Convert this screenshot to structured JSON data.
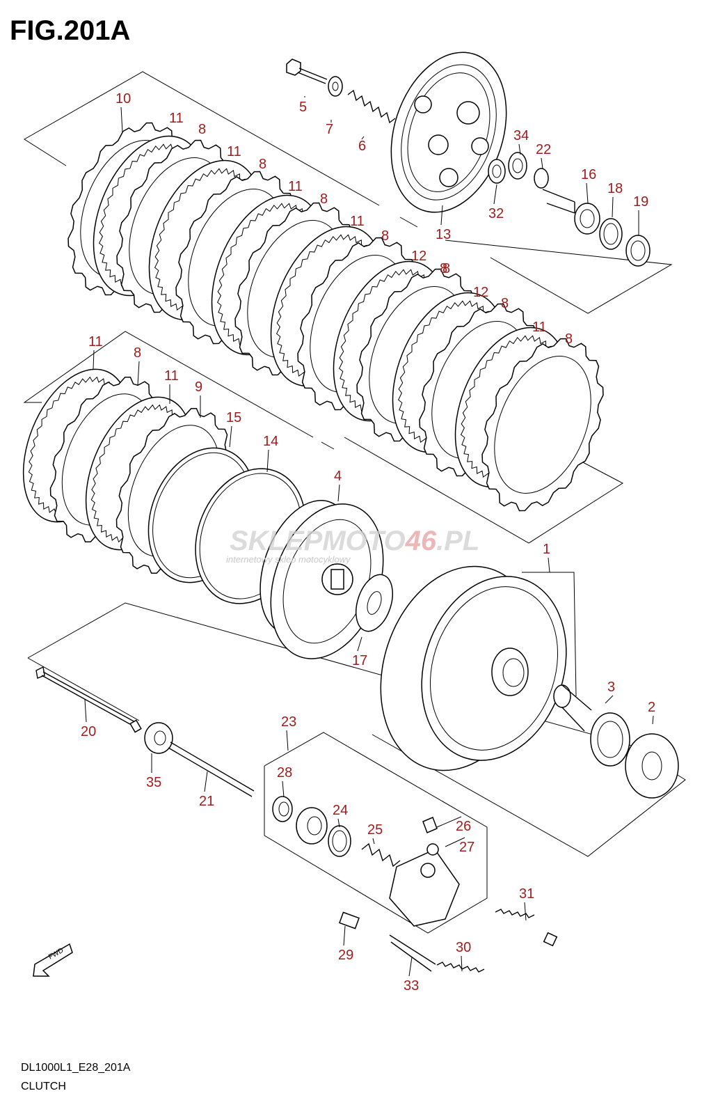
{
  "figure": {
    "title": "FIG.201A",
    "code": "DL1000L1_E28_201A",
    "name": "CLUTCH"
  },
  "watermark": {
    "brand_a": "SKLEP",
    "brand_b": "MOTO",
    "brand_c": "46",
    "brand_d": ".PL",
    "tagline": "internetowy sklep motocyklowy"
  },
  "fwd_label": "FWD",
  "callouts": [
    {
      "id": "c1",
      "label": "1"
    },
    {
      "id": "c2",
      "label": "2"
    },
    {
      "id": "c3",
      "label": "3"
    },
    {
      "id": "c4",
      "label": "4"
    },
    {
      "id": "c5",
      "label": "5"
    },
    {
      "id": "c6",
      "label": "6"
    },
    {
      "id": "c7",
      "label": "7"
    },
    {
      "id": "c8a",
      "label": "8"
    },
    {
      "id": "c8b",
      "label": "8"
    },
    {
      "id": "c8c",
      "label": "8"
    },
    {
      "id": "c8d",
      "label": "8"
    },
    {
      "id": "c8e",
      "label": "8"
    },
    {
      "id": "c8f",
      "label": "8"
    },
    {
      "id": "c8g",
      "label": "8"
    },
    {
      "id": "c8h",
      "label": "8"
    },
    {
      "id": "c8i",
      "label": "8"
    },
    {
      "id": "c9",
      "label": "9"
    },
    {
      "id": "c10",
      "label": "10"
    },
    {
      "id": "c11a",
      "label": "11"
    },
    {
      "id": "c11b",
      "label": "11"
    },
    {
      "id": "c11c",
      "label": "11"
    },
    {
      "id": "c11d",
      "label": "11"
    },
    {
      "id": "c11e",
      "label": "11"
    },
    {
      "id": "c11f",
      "label": "11"
    },
    {
      "id": "c11g",
      "label": "11"
    },
    {
      "id": "c12a",
      "label": "12"
    },
    {
      "id": "c12b",
      "label": "12"
    },
    {
      "id": "c13",
      "label": "13"
    },
    {
      "id": "c14",
      "label": "14"
    },
    {
      "id": "c15",
      "label": "15"
    },
    {
      "id": "c16",
      "label": "16"
    },
    {
      "id": "c17",
      "label": "17"
    },
    {
      "id": "c18",
      "label": "18"
    },
    {
      "id": "c19",
      "label": "19"
    },
    {
      "id": "c20",
      "label": "20"
    },
    {
      "id": "c21",
      "label": "21"
    },
    {
      "id": "c22",
      "label": "22"
    },
    {
      "id": "c23",
      "label": "23"
    },
    {
      "id": "c24",
      "label": "24"
    },
    {
      "id": "c25",
      "label": "25"
    },
    {
      "id": "c26",
      "label": "26"
    },
    {
      "id": "c27",
      "label": "27"
    },
    {
      "id": "c28",
      "label": "28"
    },
    {
      "id": "c29",
      "label": "29"
    },
    {
      "id": "c30",
      "label": "30"
    },
    {
      "id": "c31",
      "label": "31"
    },
    {
      "id": "c32",
      "label": "32"
    },
    {
      "id": "c33",
      "label": "33"
    },
    {
      "id": "c34",
      "label": "34"
    },
    {
      "id": "c35",
      "label": "35"
    }
  ],
  "colors": {
    "callout": "#a01d1d",
    "line": "#000000",
    "watermark": "#cfcfcf"
  }
}
